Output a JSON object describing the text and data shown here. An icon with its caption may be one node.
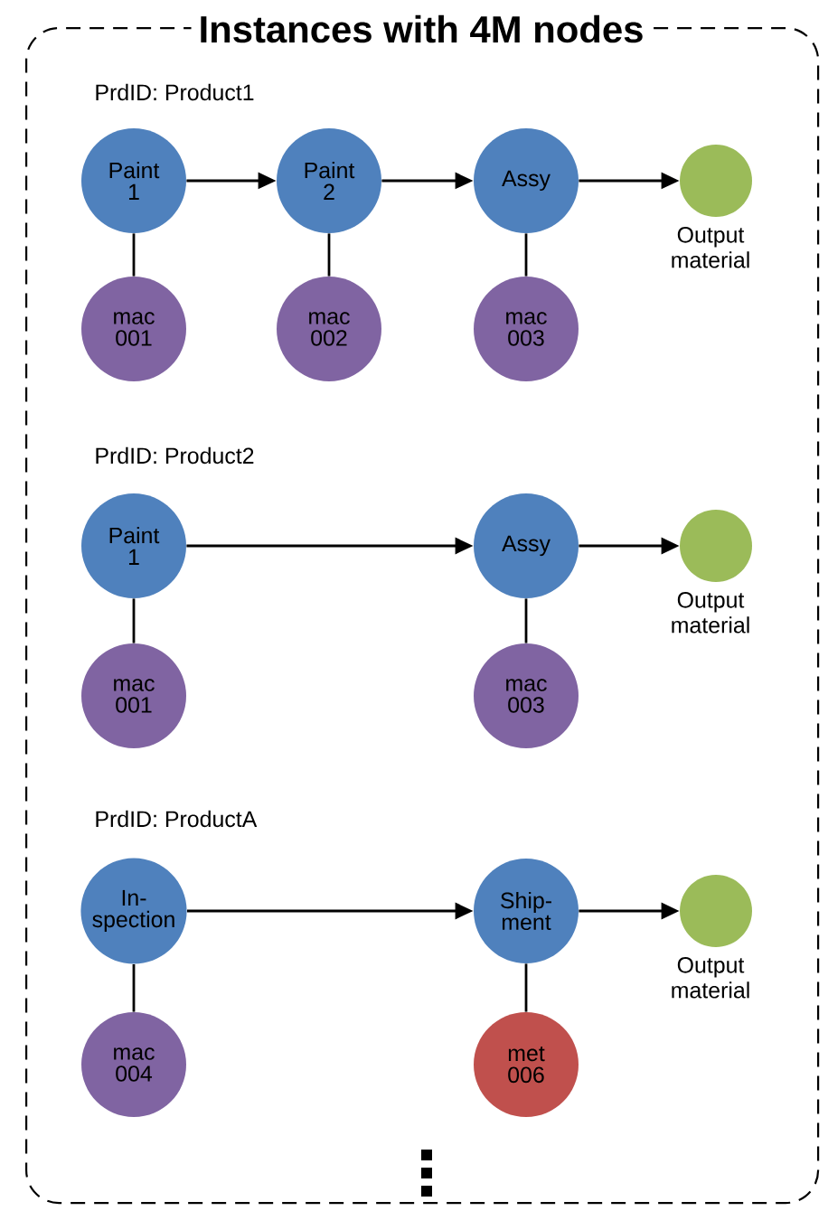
{
  "diagram": {
    "nodes": [
      {
        "text": [
          "Instances with 4M nodes"
        ]
      },
      {
        "text": [
          "Paint 1"
        ],
        "in": 0
      },
      {
        "text": [
          "Paint 2"
        ],
        "in": 0
      },
      {
        "text": [
          "Assy"
        ],
        "in": 0
      },
      {
        "text": [],
        "shape": "circle",
        "in": 0,
        "beside": [
          "Output material"
        ]
      },
      {
        "text": [
          "mac 001"
        ],
        "in": 0
      },
      {
        "text": [
          "mac 002"
        ],
        "in": 0
      },
      {
        "text": [
          "mac 003"
        ],
        "in": 0
      },
      {
        "text": [
          "Paint 1"
        ],
        "in": 0
      },
      {
        "text": [
          "Assy"
        ],
        "in": 0
      },
      {
        "text": [],
        "shape": "circle",
        "in": 0,
        "beside": [
          "Output material"
        ]
      },
      {
        "text": [
          "mac 001"
        ],
        "in": 0
      },
      {
        "text": [
          "mac 003"
        ],
        "in": 0
      },
      {
        "text": [
          "In- spection"
        ],
        "in": 0
      },
      {
        "text": [
          "Ship- ment"
        ],
        "in": 0
      },
      {
        "text": [],
        "shape": "circle",
        "in": 0,
        "beside": [
          "Output material"
        ]
      },
      {
        "text": [
          "mac 004"
        ],
        "in": 0
      },
      {
        "text": [
          "met 006"
        ],
        "in": 0
      }
    ],
    "edges": [
      {
        "from": 1,
        "to": 2,
        "arrow": "to"
      },
      {
        "from": 2,
        "to": 3,
        "arrow": "to"
      },
      {
        "from": 3,
        "to": 4,
        "arrow": "to"
      },
      {
        "from": 1,
        "to": 5,
        "arrow": "none"
      },
      {
        "from": 2,
        "to": 6,
        "arrow": "none"
      },
      {
        "from": 3,
        "to": 7,
        "arrow": "none"
      },
      {
        "from": 8,
        "to": 9,
        "arrow": "to"
      },
      {
        "from": 9,
        "to": 10,
        "arrow": "to"
      },
      {
        "from": 8,
        "to": 11,
        "arrow": "none"
      },
      {
        "from": 9,
        "to": 12,
        "arrow": "none"
      },
      {
        "from": 13,
        "to": 14,
        "arrow": "to"
      },
      {
        "from": 14,
        "to": 15,
        "arrow": "to"
      },
      {
        "from": 13,
        "to": 16,
        "arrow": "none"
      },
      {
        "from": 14,
        "to": 17,
        "arrow": "none"
      }
    ],
    "labels": [
      "PrdID: Product1",
      "PrdID: Product2",
      "PrdID: ProductA"
    ]
  }
}
